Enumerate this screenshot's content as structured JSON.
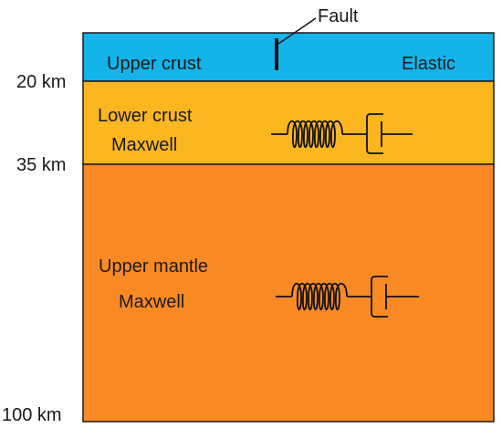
{
  "fault": {
    "label": "Fault"
  },
  "layers": {
    "upper_crust": {
      "name": "Upper crust",
      "rheology": "Elastic",
      "color": "#12b4ea"
    },
    "lower_crust": {
      "name": "Lower crust",
      "rheology": "Maxwell",
      "color": "#fcb61f"
    },
    "upper_mantle": {
      "name": "Upper mantle",
      "rheology": "Maxwell",
      "color": "#f98a23"
    }
  },
  "depths": [
    "20 km",
    "35 km",
    "100 km"
  ]
}
